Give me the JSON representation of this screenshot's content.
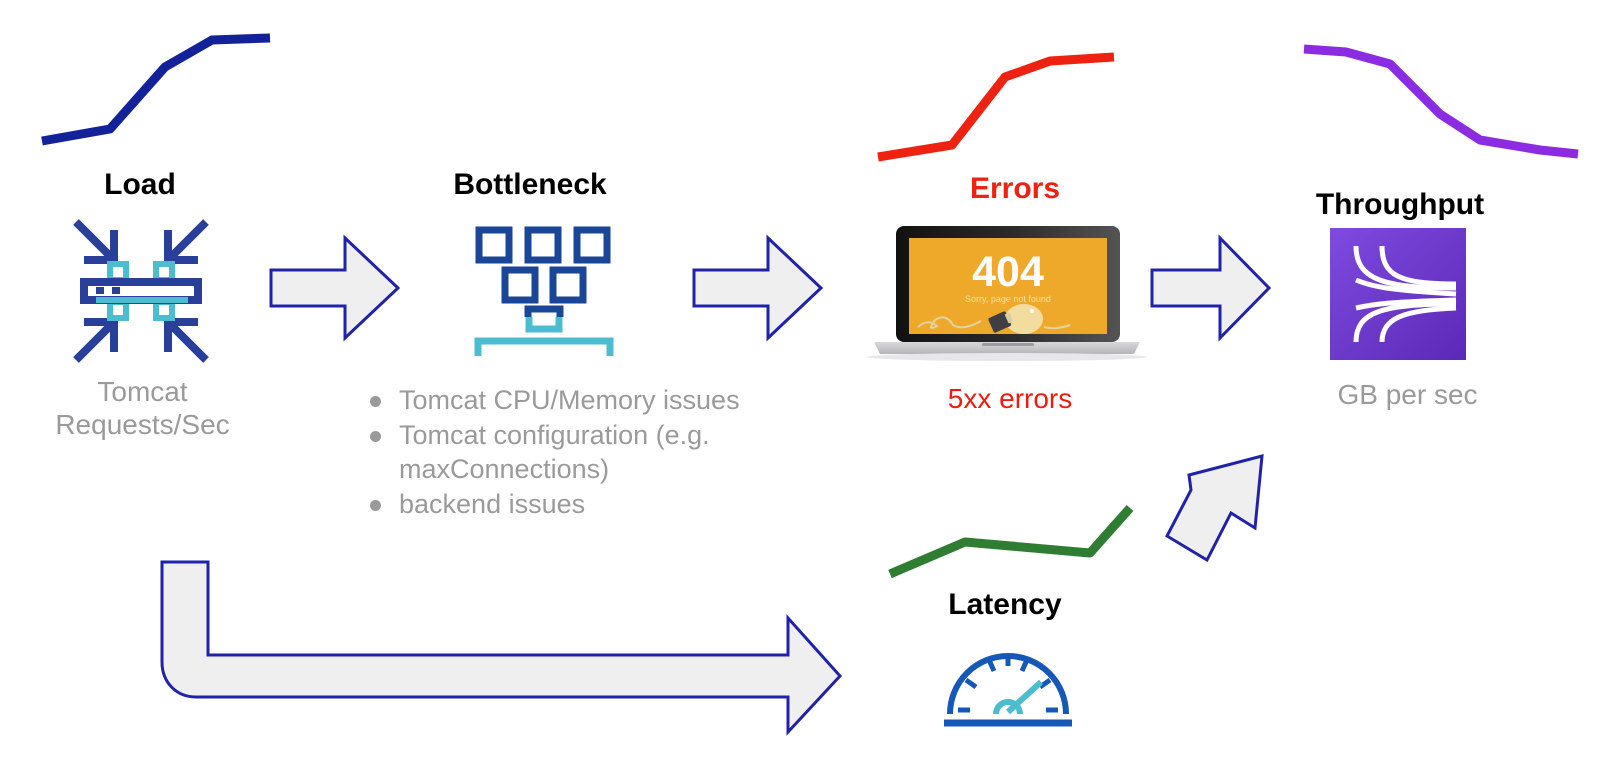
{
  "diagram": {
    "title_flow": "Load to Bottleneck to Errors to Throughput",
    "stages": [
      {
        "id": "load",
        "label": "Load",
        "caption_line1": "Tomcat",
        "caption_line2": "Requests/Sec",
        "icon": "load-balancer-icon",
        "trend_color": "#14229a",
        "trend_direction": "rising"
      },
      {
        "id": "bottleneck",
        "label": "Bottleneck",
        "icon": "funnel-squares-icon",
        "bullets": [
          "Tomcat CPU/Memory issues",
          "Tomcat configuration (e.g. maxConnections)",
          "backend issues"
        ]
      },
      {
        "id": "errors",
        "label": "Errors",
        "caption_line1": "5xx errors",
        "icon": "laptop-404-icon",
        "trend_color": "#ee2211",
        "trend_direction": "rising",
        "screen": {
          "code": "404",
          "message": "Sorry, page not found"
        }
      },
      {
        "id": "throughput",
        "label": "Throughput",
        "caption_line1": "GB per sec",
        "icon": "throughput-converging-lines-icon",
        "trend_color": "#8b2be2",
        "trend_direction": "falling"
      },
      {
        "id": "latency",
        "label": "Latency",
        "icon": "gauge-icon",
        "trend_color": "#2f7d32",
        "trend_direction": "rising"
      }
    ],
    "arrows": [
      {
        "id": "arrow-load-to-bottleneck",
        "direction": "right"
      },
      {
        "id": "arrow-bottleneck-to-errors",
        "direction": "right"
      },
      {
        "id": "arrow-errors-to-throughput",
        "direction": "right"
      },
      {
        "id": "arrow-latency-to-throughput",
        "direction": "up-right"
      },
      {
        "id": "arrow-load-to-latency",
        "direction": "bent-right"
      }
    ],
    "colors": {
      "load_line": "#14229a",
      "errors_line": "#ee2211",
      "throughput_line": "#8b2be2",
      "latency_line": "#2f7d32",
      "arrow_fill": "#efeff0",
      "arrow_stroke": "#2222a8",
      "icon_dark_blue": "#1b4596",
      "icon_cyan": "#4cbcd0",
      "caption_gray": "#9a9a9a",
      "error_red": "#f01b10",
      "throughput_purple_a": "#7a42d8",
      "throughput_purple_b": "#5e2dbb",
      "screen_amber": "#efa92a"
    }
  },
  "chart_data": [
    {
      "type": "line",
      "title": "Load",
      "series": [
        {
          "name": "Tomcat Requests/Sec",
          "x": [
            0,
            1,
            2,
            3,
            4
          ],
          "values": [
            10,
            20,
            72,
            92,
            95
          ]
        }
      ],
      "color": "#14229a",
      "xlabel": "",
      "ylabel": "",
      "grid": false,
      "legend": "none"
    },
    {
      "type": "line",
      "title": "Errors",
      "series": [
        {
          "name": "5xx errors",
          "x": [
            0,
            1,
            2,
            3,
            4
          ],
          "values": [
            8,
            18,
            72,
            92,
            95
          ]
        }
      ],
      "color": "#ee2211",
      "xlabel": "",
      "ylabel": "",
      "grid": false,
      "legend": "none"
    },
    {
      "type": "line",
      "title": "Throughput",
      "series": [
        {
          "name": "GB per sec",
          "x": [
            0,
            1,
            2,
            3,
            4
          ],
          "values": [
            92,
            88,
            40,
            18,
            12
          ]
        }
      ],
      "color": "#8b2be2",
      "xlabel": "",
      "ylabel": "",
      "grid": false,
      "legend": "none"
    },
    {
      "type": "line",
      "title": "Latency",
      "series": [
        {
          "name": "Latency",
          "x": [
            0,
            1,
            2,
            3,
            4
          ],
          "values": [
            14,
            52,
            46,
            44,
            84
          ]
        }
      ],
      "color": "#2f7d32",
      "xlabel": "",
      "ylabel": "",
      "grid": false,
      "legend": "none"
    }
  ]
}
